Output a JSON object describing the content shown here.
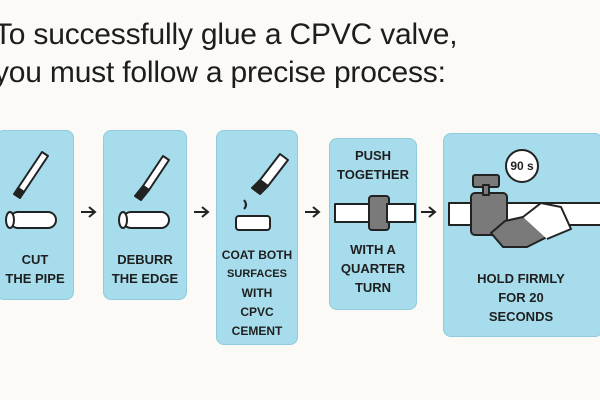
{
  "heading": {
    "line1": "To successfully glue a CPVC valve,",
    "line2": "you must follow a precise process:"
  },
  "steps": [
    {
      "lines": [
        "CUT",
        "THE PIPE"
      ]
    },
    {
      "lines": [
        "DEBURR",
        "THE EDGE"
      ]
    },
    {
      "lines": [
        "COAT BOTH",
        "SURFACES",
        "WITH",
        "CPVC",
        "CEMENT"
      ]
    },
    {
      "lines_top": [
        "PUSH",
        "TOGETHER"
      ],
      "lines": [
        "WITH A",
        "QUARTER",
        "TURN"
      ]
    },
    {
      "lines": [
        "HOLD FIRMLY",
        "FOR 20",
        "SECONDS"
      ],
      "timer": "90 s"
    }
  ],
  "colors": {
    "card": "#a6dcec",
    "ink": "#1f1f1f",
    "valve": "#7a7a7a"
  },
  "icons": [
    "pipe-cutter-icon",
    "deburr-tool-icon",
    "cement-applicator-icon",
    "valve-join-icon",
    "hand-hold-icon",
    "timer-icon",
    "arrow-right-icon"
  ]
}
